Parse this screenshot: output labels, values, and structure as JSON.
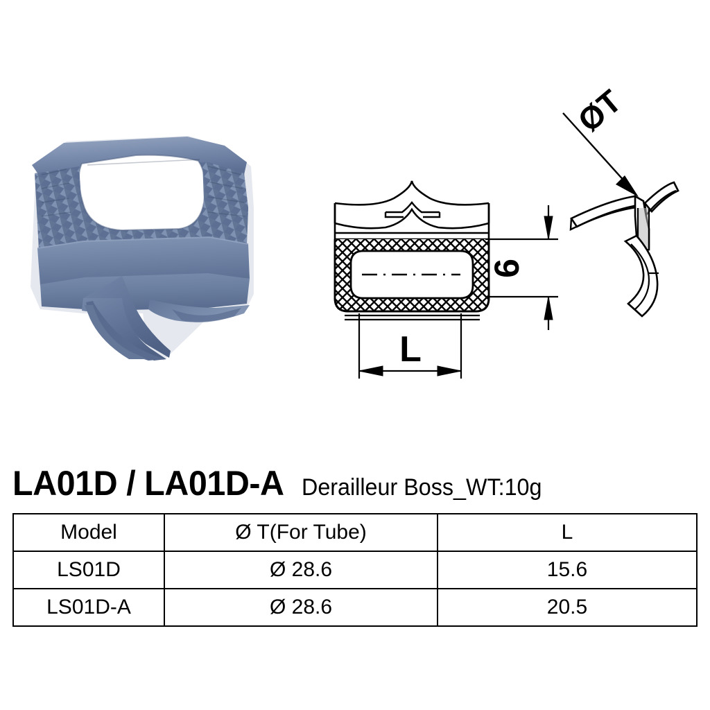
{
  "product": {
    "title_code": "LA01D / LA01D-A",
    "title_description": "Derailleur Boss_WT:10g"
  },
  "drawing": {
    "photo_alt": "derailleur-boss-photo",
    "labels": {
      "diameter_tube": "ØT",
      "length": "L",
      "height": "6"
    },
    "colors": {
      "body_light": "#8fa0bd",
      "body_mid": "#6b7fa0",
      "body_dark": "#3e4c66",
      "line": "#000000",
      "background": "#ffffff"
    }
  },
  "table": {
    "columns": [
      "Model",
      "Ø T(For Tube)",
      "L"
    ],
    "rows": [
      {
        "model": "LS01D",
        "tube": "Ø 28.6",
        "length": "15.6"
      },
      {
        "model": "LS01D-A",
        "tube": "Ø 28.6",
        "length": "20.5"
      }
    ]
  }
}
